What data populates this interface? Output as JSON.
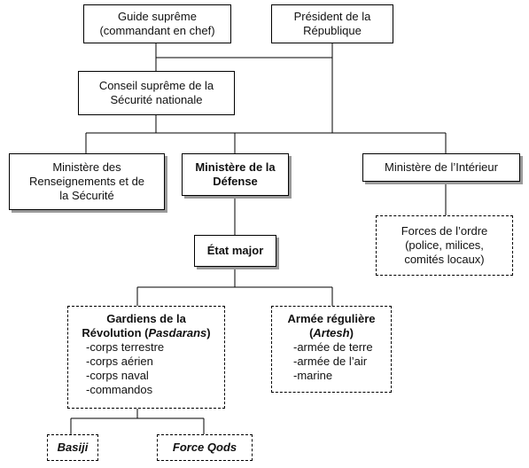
{
  "nodes": {
    "guide": {
      "line1": "Guide suprême",
      "line2": "(commandant en chef)"
    },
    "president": {
      "line1": "Président de la",
      "line2": "République"
    },
    "conseil": {
      "line1": "Conseil suprême de la",
      "line2": "Sécurité nationale"
    },
    "renseignements": {
      "line1": "Ministère des",
      "line2": "Renseignements et de",
      "line3": "la Sécurité"
    },
    "defense": {
      "line1": "Ministère de la",
      "line2": "Défense"
    },
    "interieur": {
      "line1": "Ministère de l’Intérieur"
    },
    "forces_ordre": {
      "line1": "Forces de l’ordre",
      "line2": "(police, milices,",
      "line3": "comités locaux)"
    },
    "etat_major": {
      "line1": "État major"
    },
    "pasdarans": {
      "head1": "Gardiens de la",
      "head2_plain": "Révolution (",
      "head2_ital": "Pasdarans",
      "head2_close": ")",
      "items": [
        "-corps terrestre",
        "-corps aérien",
        "-corps naval",
        "-commandos"
      ]
    },
    "artesh": {
      "head1": "Armée régulière",
      "head2_open": "(",
      "head2_ital": "Artesh",
      "head2_close": ")",
      "items": [
        "-armée de terre",
        "-armée de l’air",
        "-marine"
      ]
    },
    "basiji": {
      "line1": "Basiji"
    },
    "force_qods": {
      "line1": "Force Qods"
    }
  }
}
